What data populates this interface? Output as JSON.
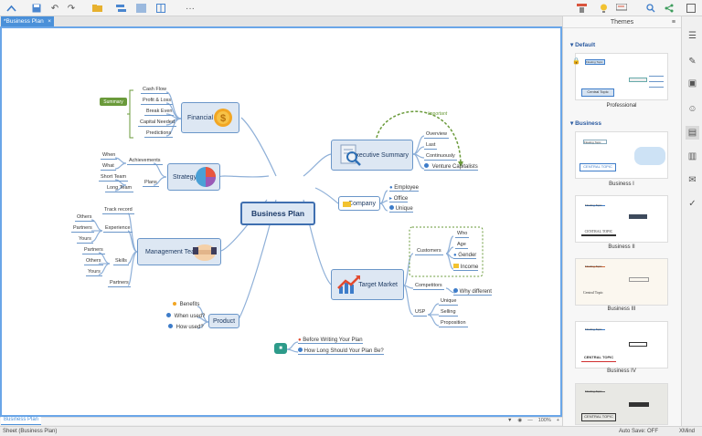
{
  "toolbar": {
    "icons": [
      "home-icon",
      "save-icon",
      "undo-icon",
      "redo-icon",
      "folder-icon",
      "style-icon",
      "outline-icon",
      "format-icon",
      "more-icon",
      "theme-icon",
      "idea-icon",
      "presentation-icon",
      "search-icon",
      "share-icon",
      "fullscreen-icon"
    ]
  },
  "tab": {
    "label": "*Business Plan",
    "close": "×"
  },
  "map": {
    "central": "Business Plan",
    "summary_tag": "Summary",
    "financial": {
      "label": "Financial",
      "items": [
        "Cash Flow",
        "Profit & Loss",
        "Break Even",
        "Capital Needed",
        "Predictions"
      ]
    },
    "strategy": {
      "label": "Strategy",
      "achievements": "Achievements",
      "ach_items": [
        "When",
        "What"
      ],
      "plans": "Plans",
      "plan_items": [
        "Short Team",
        "Long Team"
      ]
    },
    "management": {
      "label": "Management Team",
      "track": "Track record",
      "experience": "Experience",
      "exp_items": [
        "Others",
        "Partners",
        "Yours"
      ],
      "skills": "Skills",
      "skill_items": [
        "Partners",
        "Others",
        "Yours"
      ],
      "partners": "Partners"
    },
    "product": {
      "label": "Product",
      "items": [
        "Benefits",
        "When used?",
        "How used?"
      ]
    },
    "exec": {
      "label": "Executive Summary",
      "items": [
        "Overview",
        "Last",
        "Continuously",
        "Venture Capitalists"
      ],
      "relation": "Important"
    },
    "company": {
      "label": "Company",
      "items": [
        "Employee",
        "Office",
        "Unique"
      ]
    },
    "target": {
      "label": "Target Market",
      "customers": "Customers",
      "cust_items": [
        "Who",
        "Age",
        "Gender",
        "Income"
      ],
      "competitors": "Competitors",
      "why": "Why different",
      "usp": "USP",
      "usp_items": [
        "Unique",
        "Selling",
        "Proposition"
      ]
    },
    "floating": [
      "Before Writing Your Plan",
      "How Long Should Your Plan Be?"
    ]
  },
  "sheet_tab": "Business Plan",
  "zoom": "100%",
  "status": {
    "sheet": "Sheet (Business Plan)",
    "autosave": "Auto Save: OFF",
    "user": "XMind"
  },
  "panel": {
    "title": "Themes",
    "section_default": "Default",
    "section_business": "Business",
    "themes": [
      "Professional",
      "Business I",
      "Business II",
      "Business III",
      "Business IV"
    ],
    "thumb_text": {
      "floating": "Floating Topic",
      "main": "Main Topic",
      "central": "Central Topic",
      "central_caps": "CENTRAL TOPIC",
      "sub": "Subtopic"
    }
  },
  "colors": {
    "accent": "#4a90d9",
    "node_border": "#6a96c9",
    "node_fill": "#dde7f3",
    "summary": "#6a9a3a",
    "relation": "#6a9a3a"
  }
}
